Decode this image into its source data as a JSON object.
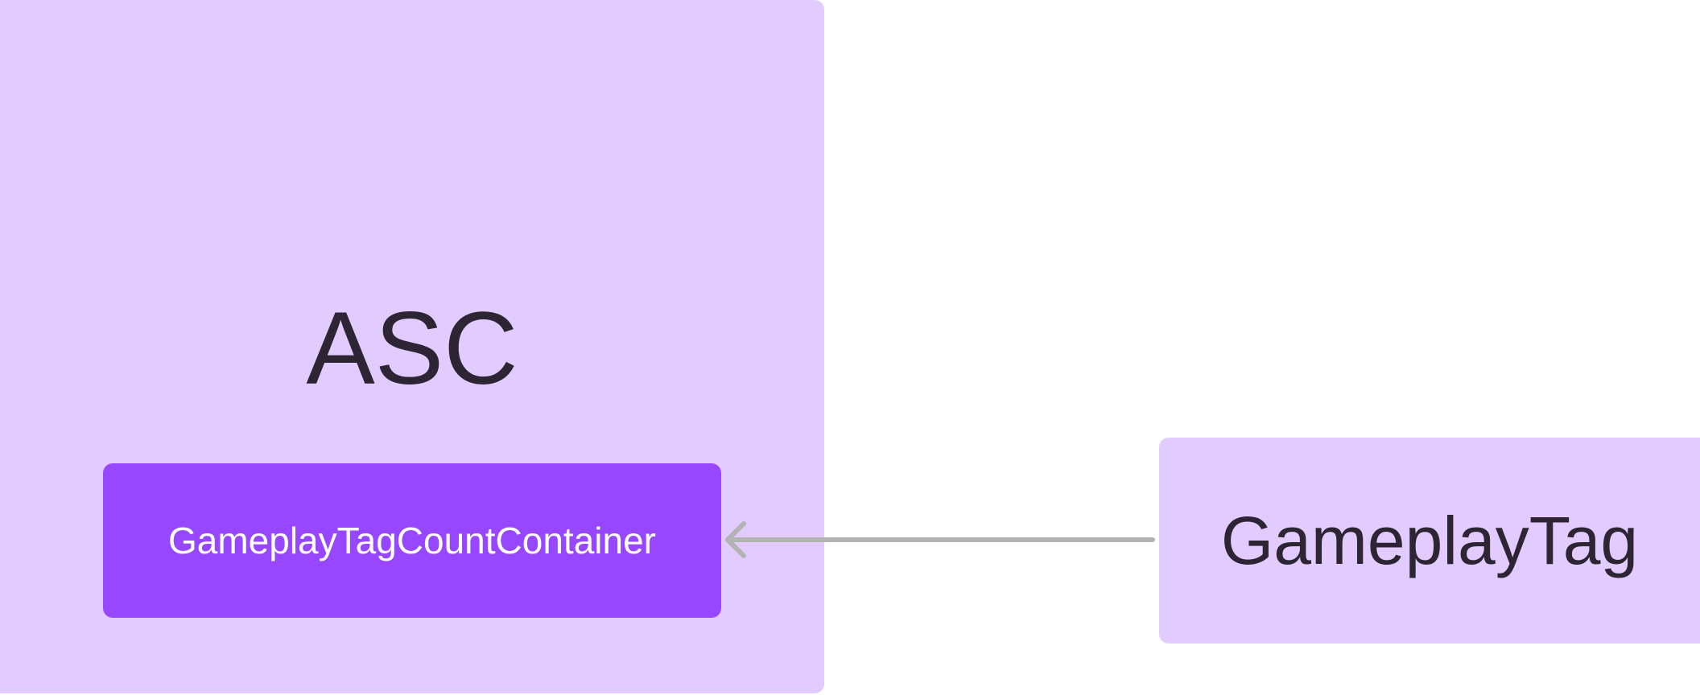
{
  "diagram": {
    "asc": {
      "label": "ASC"
    },
    "container": {
      "label": "GameplayTagCountContainer"
    },
    "tag": {
      "label": "GameplayTag"
    },
    "colors": {
      "outer_fill": "#e2cbff",
      "inner_fill": "#9747ff",
      "text_dark": "#2d2533",
      "text_light": "#ffffff",
      "arrow": "#b3b3b3"
    },
    "edges": [
      {
        "from": "GameplayTag",
        "to": "GameplayTagCountContainer"
      }
    ]
  }
}
